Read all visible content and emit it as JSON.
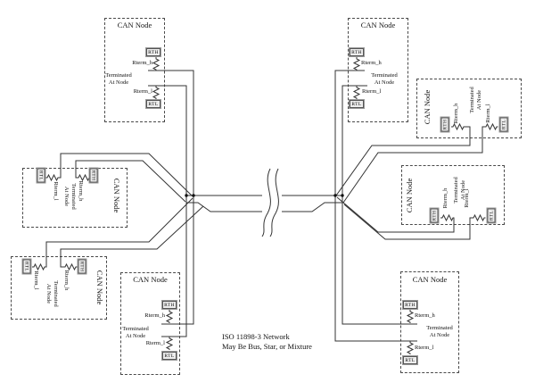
{
  "caption": {
    "line1": "ISO 11898-3 Network",
    "line2": "May Be Bus, Star, or Mixture"
  },
  "node_labels": {
    "title": "CAN Node",
    "rth": "RTH",
    "rtl": "RTL",
    "rterm_h": "Rterm_h",
    "rterm_l": "Rterm_l",
    "terminated_line1": "Terminated",
    "terminated_line2": "At Node"
  },
  "nodes": [
    {
      "id": "top-left"
    },
    {
      "id": "top-right"
    },
    {
      "id": "right-upper"
    },
    {
      "id": "right-lower"
    },
    {
      "id": "left-middle"
    },
    {
      "id": "bottom-left"
    },
    {
      "id": "bottom-center"
    },
    {
      "id": "bottom-right"
    }
  ],
  "colors": {
    "wire": "#333333",
    "termination_box_fill": "#ededed",
    "text": "#111111",
    "background": "#ffffff"
  }
}
